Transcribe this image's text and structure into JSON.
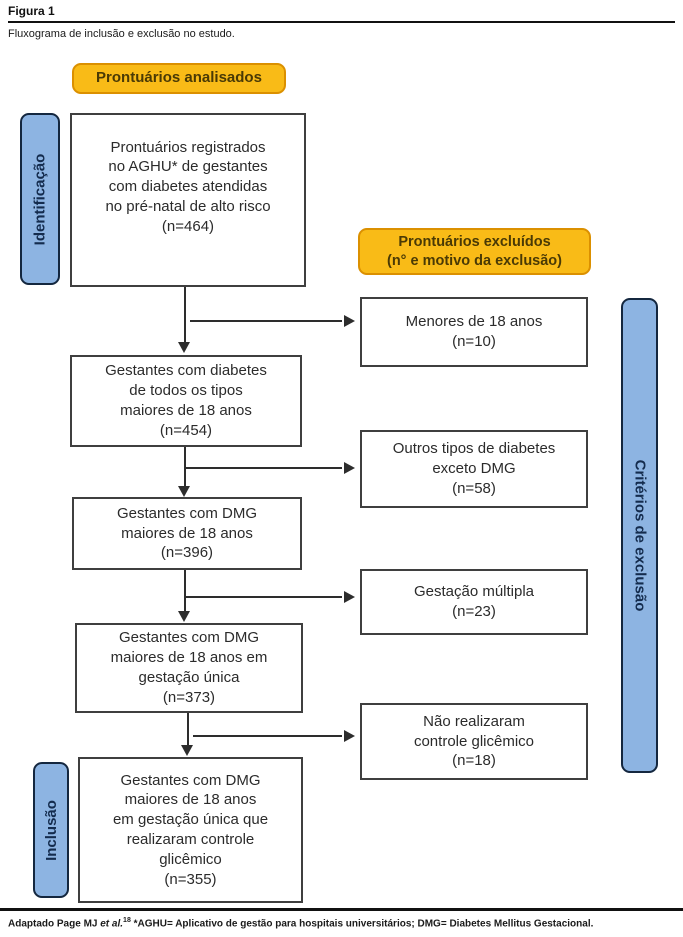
{
  "header": {
    "figure_label": "Figura 1",
    "caption": "Fluxograma de inclusão e exclusão no estudo."
  },
  "colors": {
    "yellow_fill": "#F9BB17",
    "yellow_border": "#DB9000",
    "blue_fill": "#8DB4E2",
    "blue_border": "#14273F",
    "box_border": "#3F3F3F",
    "arrow": "#2D2D2D"
  },
  "flow": {
    "top_banner": "Prontuários analisados",
    "excluded_banner": "Prontuários excluídos\n(n° e motivo da exclusão)",
    "stages": {
      "identification": "Identificação",
      "inclusion": "Inclusão",
      "exclusion_criteria": "Critérios de exclusão"
    },
    "main_boxes": [
      {
        "text": "Prontuários registrados\nno AGHU* de gestantes\ncom diabetes atendidas\nno pré-natal de alto risco\n(n=464)",
        "n": 464
      },
      {
        "text": "Gestantes com diabetes\nde todos os tipos\nmaiores de 18 anos\n(n=454)",
        "n": 454
      },
      {
        "text": "Gestantes com DMG\nmaiores de 18 anos\n(n=396)",
        "n": 396
      },
      {
        "text": "Gestantes com DMG\nmaiores de 18 anos em\ngestação única\n(n=373)",
        "n": 373
      },
      {
        "text": "Gestantes com DMG\nmaiores de 18 anos\nem gestação única que\nrealizaram controle\nglicêmico\n(n=355)",
        "n": 355
      }
    ],
    "exclusion_boxes": [
      {
        "text": "Menores de 18 anos\n(n=10)",
        "n": 10
      },
      {
        "text": "Outros tipos de diabetes\nexceto DMG\n(n=58)",
        "n": 58
      },
      {
        "text": "Gestação múltipla\n(n=23)",
        "n": 23
      },
      {
        "text": "Não realizaram\ncontrole glicêmico\n(n=18)",
        "n": 18
      }
    ]
  },
  "footer": {
    "prefix": "Adaptado Page MJ ",
    "et_al": "et al.",
    "reference": "18",
    "note": " *AGHU= Aplicativo de gestão para hospitais universitários; DMG= Diabetes Mellitus Gestacional."
  }
}
